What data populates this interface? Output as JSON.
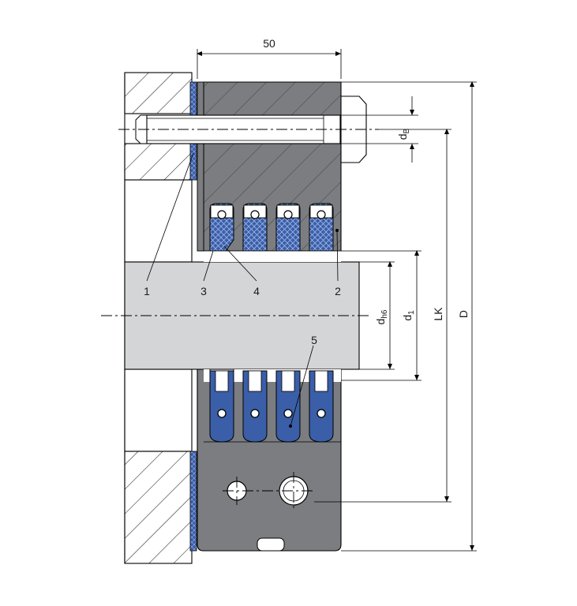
{
  "dimensions": {
    "width_label": "50",
    "dB_main": "d",
    "dB_sub": "B",
    "dh6_main": "d",
    "dh6_sub": "h6",
    "d1_main": "d",
    "d1_sub": "1",
    "LK": "LK",
    "D": "D"
  },
  "callouts": [
    "1",
    "3",
    "4",
    "2",
    "5"
  ],
  "colors": {
    "housing_gray": "#7b7d80",
    "shaft_gray": "#d4d5d6",
    "seal_blue": "#3a5ea8",
    "seal_blue_light": "#6f8fd0",
    "flange_hatch": "#ffffff"
  }
}
